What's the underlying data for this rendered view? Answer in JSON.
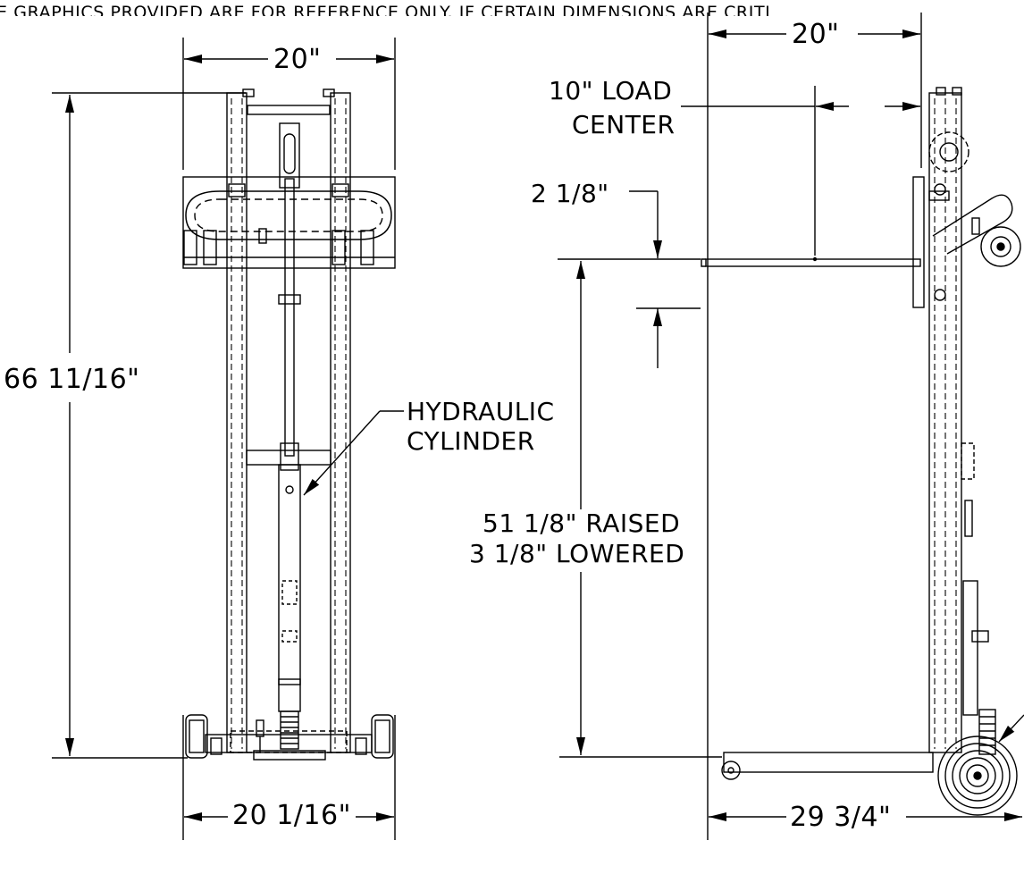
{
  "header_text": "E GRAPHICS PROVIDED ARE FOR REFERENCE ONLY. IF CERTAIN DIMENSIONS ARE CRITI",
  "front_view": {
    "top_width": "20\"",
    "base_width": "20 1/16\"",
    "overall_height": "66 11/16\"",
    "callout_line1": "HYDRAULIC",
    "callout_line2": "CYLINDER"
  },
  "side_view": {
    "top_width": "20\"",
    "load_center_line1": "10\" LOAD",
    "load_center_line2": "CENTER",
    "platform_thickness": "2 1/8\"",
    "lift_raised": "51 1/8\" RAISED",
    "lift_lowered": "3 1/8\" LOWERED",
    "overall_length": "29 3/4\""
  },
  "colors": {
    "line": "#000000",
    "hidden": "#000000",
    "background": "#ffffff"
  }
}
